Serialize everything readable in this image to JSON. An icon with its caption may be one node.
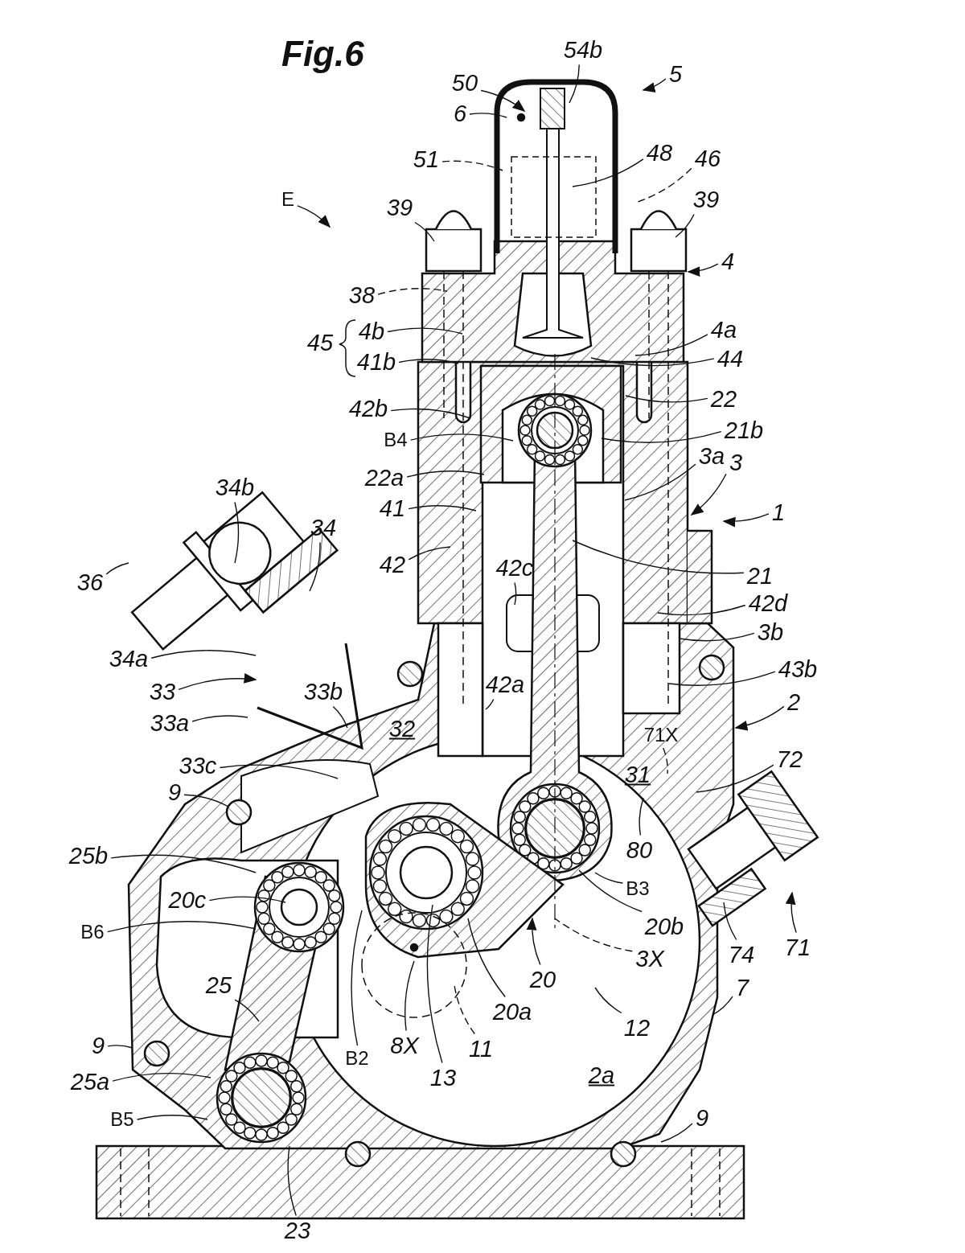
{
  "diagram": {
    "title": "Fig.6",
    "nodes": [
      {
        "text": [
          "E"
        ]
      },
      {
        "text": [
          "50"
        ]
      },
      {
        "text": [
          "54b"
        ]
      },
      {
        "text": [
          "5"
        ]
      },
      {
        "text": [
          "6"
        ]
      },
      {
        "text": [
          "51"
        ]
      },
      {
        "text": [
          "48"
        ]
      },
      {
        "text": [
          "46"
        ]
      },
      {
        "text": [
          "39"
        ]
      },
      {
        "text": [
          "39"
        ]
      },
      {
        "text": [
          "38"
        ]
      },
      {
        "text": [
          "4b"
        ]
      },
      {
        "text": [
          "41b"
        ]
      },
      {
        "text": [
          "4a"
        ]
      },
      {
        "text": [
          "4"
        ]
      },
      {
        "text": [
          "44"
        ]
      },
      {
        "text": [
          "42b"
        ]
      },
      {
        "text": [
          "22"
        ]
      },
      {
        "text": [
          "B4"
        ]
      },
      {
        "text": [
          "21b"
        ]
      },
      {
        "text": [
          "3a"
        ]
      },
      {
        "text": [
          "3"
        ]
      },
      {
        "text": [
          "22a"
        ]
      },
      {
        "text": [
          "41"
        ]
      },
      {
        "text": [
          "34b"
        ]
      },
      {
        "text": [
          "34"
        ]
      },
      {
        "text": [
          "1"
        ]
      },
      {
        "text": [
          "42"
        ]
      },
      {
        "text": [
          "42c"
        ]
      },
      {
        "text": [
          "21"
        ]
      },
      {
        "text": [
          "36"
        ]
      },
      {
        "text": [
          "42d"
        ]
      },
      {
        "text": [
          "3b"
        ]
      },
      {
        "text": [
          "34a"
        ]
      },
      {
        "text": [
          "43b"
        ]
      },
      {
        "text": [
          "33"
        ]
      },
      {
        "text": [
          "33b"
        ]
      },
      {
        "text": [
          "42a"
        ]
      },
      {
        "text": [
          "2"
        ]
      },
      {
        "text": [
          "33a"
        ]
      },
      {
        "text": [
          "71X"
        ]
      },
      {
        "text": [
          "72"
        ]
      },
      {
        "text": [
          "33c"
        ]
      },
      {
        "text": [
          "9"
        ]
      },
      {
        "text": [
          "80"
        ]
      },
      {
        "text": [
          "25b"
        ]
      },
      {
        "text": [
          "B3"
        ]
      },
      {
        "text": [
          "20c"
        ]
      },
      {
        "text": [
          "20b"
        ]
      },
      {
        "text": [
          "B6"
        ]
      },
      {
        "text": [
          "3X"
        ]
      },
      {
        "text": [
          "74"
        ]
      },
      {
        "text": [
          "71"
        ]
      },
      {
        "text": [
          "20"
        ]
      },
      {
        "text": [
          "25"
        ]
      },
      {
        "text": [
          "20a"
        ]
      },
      {
        "text": [
          "7"
        ]
      },
      {
        "text": [
          "12"
        ]
      },
      {
        "text": [
          "9"
        ]
      },
      {
        "text": [
          "8X"
        ]
      },
      {
        "text": [
          "11"
        ]
      },
      {
        "text": [
          "B2"
        ]
      },
      {
        "text": [
          "13"
        ]
      },
      {
        "text": [
          "25a"
        ]
      },
      {
        "text": [
          "B5"
        ]
      },
      {
        "text": [
          "9"
        ]
      },
      {
        "text": [
          "23"
        ]
      }
    ],
    "edges": [
      {
        "from": 0,
        "to": null,
        "arrow": "to"
      },
      {
        "from": 1,
        "to": null,
        "arrow": "to"
      },
      {
        "from": 2,
        "to": null,
        "arrow": "none"
      },
      {
        "from": 3,
        "to": null,
        "arrow": "to"
      },
      {
        "from": 4,
        "to": null,
        "arrow": "none"
      },
      {
        "from": 5,
        "to": null,
        "arrow": "none",
        "style": "dashed"
      },
      {
        "from": 6,
        "to": null,
        "arrow": "none"
      },
      {
        "from": 7,
        "to": null,
        "arrow": "none",
        "style": "dashed"
      },
      {
        "from": 8,
        "to": null,
        "arrow": "none"
      },
      {
        "from": 9,
        "to": null,
        "arrow": "none"
      },
      {
        "from": 10,
        "to": null,
        "arrow": "none",
        "style": "dashed"
      },
      {
        "from": 11,
        "to": null,
        "arrow": "none"
      },
      {
        "from": 12,
        "to": null,
        "arrow": "none"
      },
      {
        "from": 13,
        "to": null,
        "arrow": "none"
      },
      {
        "from": 14,
        "to": null,
        "arrow": "to"
      },
      {
        "from": 15,
        "to": null,
        "arrow": "none"
      },
      {
        "from": 16,
        "to": null,
        "arrow": "none"
      },
      {
        "from": 17,
        "to": null,
        "arrow": "none"
      },
      {
        "from": 18,
        "to": null,
        "arrow": "none"
      },
      {
        "from": 19,
        "to": null,
        "arrow": "none"
      },
      {
        "from": 20,
        "to": null,
        "arrow": "none"
      },
      {
        "from": 21,
        "to": null,
        "arrow": "to"
      },
      {
        "from": 22,
        "to": null,
        "arrow": "none"
      },
      {
        "from": 23,
        "to": null,
        "arrow": "none"
      },
      {
        "from": 24,
        "to": null,
        "arrow": "none"
      },
      {
        "from": 25,
        "to": null,
        "arrow": "none"
      },
      {
        "from": 26,
        "to": null,
        "arrow": "to"
      },
      {
        "from": 27,
        "to": null,
        "arrow": "none"
      },
      {
        "from": 28,
        "to": null,
        "arrow": "none"
      },
      {
        "from": 29,
        "to": null,
        "arrow": "none"
      },
      {
        "from": 30,
        "to": null,
        "arrow": "none"
      },
      {
        "from": 31,
        "to": null,
        "arrow": "none"
      },
      {
        "from": 32,
        "to": null,
        "arrow": "none"
      },
      {
        "from": 33,
        "to": null,
        "arrow": "none"
      },
      {
        "from": 34,
        "to": null,
        "arrow": "none"
      },
      {
        "from": 35,
        "to": null,
        "arrow": "to"
      },
      {
        "from": 36,
        "to": null,
        "arrow": "none"
      },
      {
        "from": 37,
        "to": null,
        "arrow": "none"
      },
      {
        "from": 38,
        "to": null,
        "arrow": "to"
      },
      {
        "from": 39,
        "to": null,
        "arrow": "none"
      },
      {
        "from": 40,
        "to": null,
        "arrow": "none",
        "style": "dashed"
      },
      {
        "from": 41,
        "to": null,
        "arrow": "none"
      },
      {
        "from": 42,
        "to": null,
        "arrow": "none"
      },
      {
        "from": 43,
        "to": null,
        "arrow": "none"
      },
      {
        "from": 44,
        "to": null,
        "arrow": "none"
      },
      {
        "from": 45,
        "to": null,
        "arrow": "none"
      },
      {
        "from": 46,
        "to": null,
        "arrow": "none"
      },
      {
        "from": 47,
        "to": null,
        "arrow": "none"
      },
      {
        "from": 48,
        "to": null,
        "arrow": "none"
      },
      {
        "from": 49,
        "to": null,
        "arrow": "none"
      },
      {
        "from": 50,
        "to": null,
        "arrow": "none",
        "style": "dashed"
      },
      {
        "from": 51,
        "to": null,
        "arrow": "none"
      },
      {
        "from": 52,
        "to": null,
        "arrow": "to"
      },
      {
        "from": 53,
        "to": null,
        "arrow": "to"
      },
      {
        "from": 54,
        "to": null,
        "arrow": "none"
      },
      {
        "from": 55,
        "to": null,
        "arrow": "none"
      },
      {
        "from": 56,
        "to": null,
        "arrow": "none"
      },
      {
        "from": 57,
        "to": null,
        "arrow": "none"
      },
      {
        "from": 58,
        "to": null,
        "arrow": "none"
      },
      {
        "from": 59,
        "to": null,
        "arrow": "none"
      },
      {
        "from": 60,
        "to": null,
        "arrow": "none",
        "style": "dashed"
      },
      {
        "from": 61,
        "to": null,
        "arrow": "none"
      },
      {
        "from": 62,
        "to": null,
        "arrow": "none"
      },
      {
        "from": 63,
        "to": null,
        "arrow": "none"
      },
      {
        "from": 64,
        "to": null,
        "arrow": "none"
      },
      {
        "from": 65,
        "to": null,
        "arrow": "none"
      },
      {
        "from": 66,
        "to": null,
        "arrow": "none"
      }
    ],
    "labels": [
      "45",
      "32",
      "31",
      "2a"
    ]
  }
}
